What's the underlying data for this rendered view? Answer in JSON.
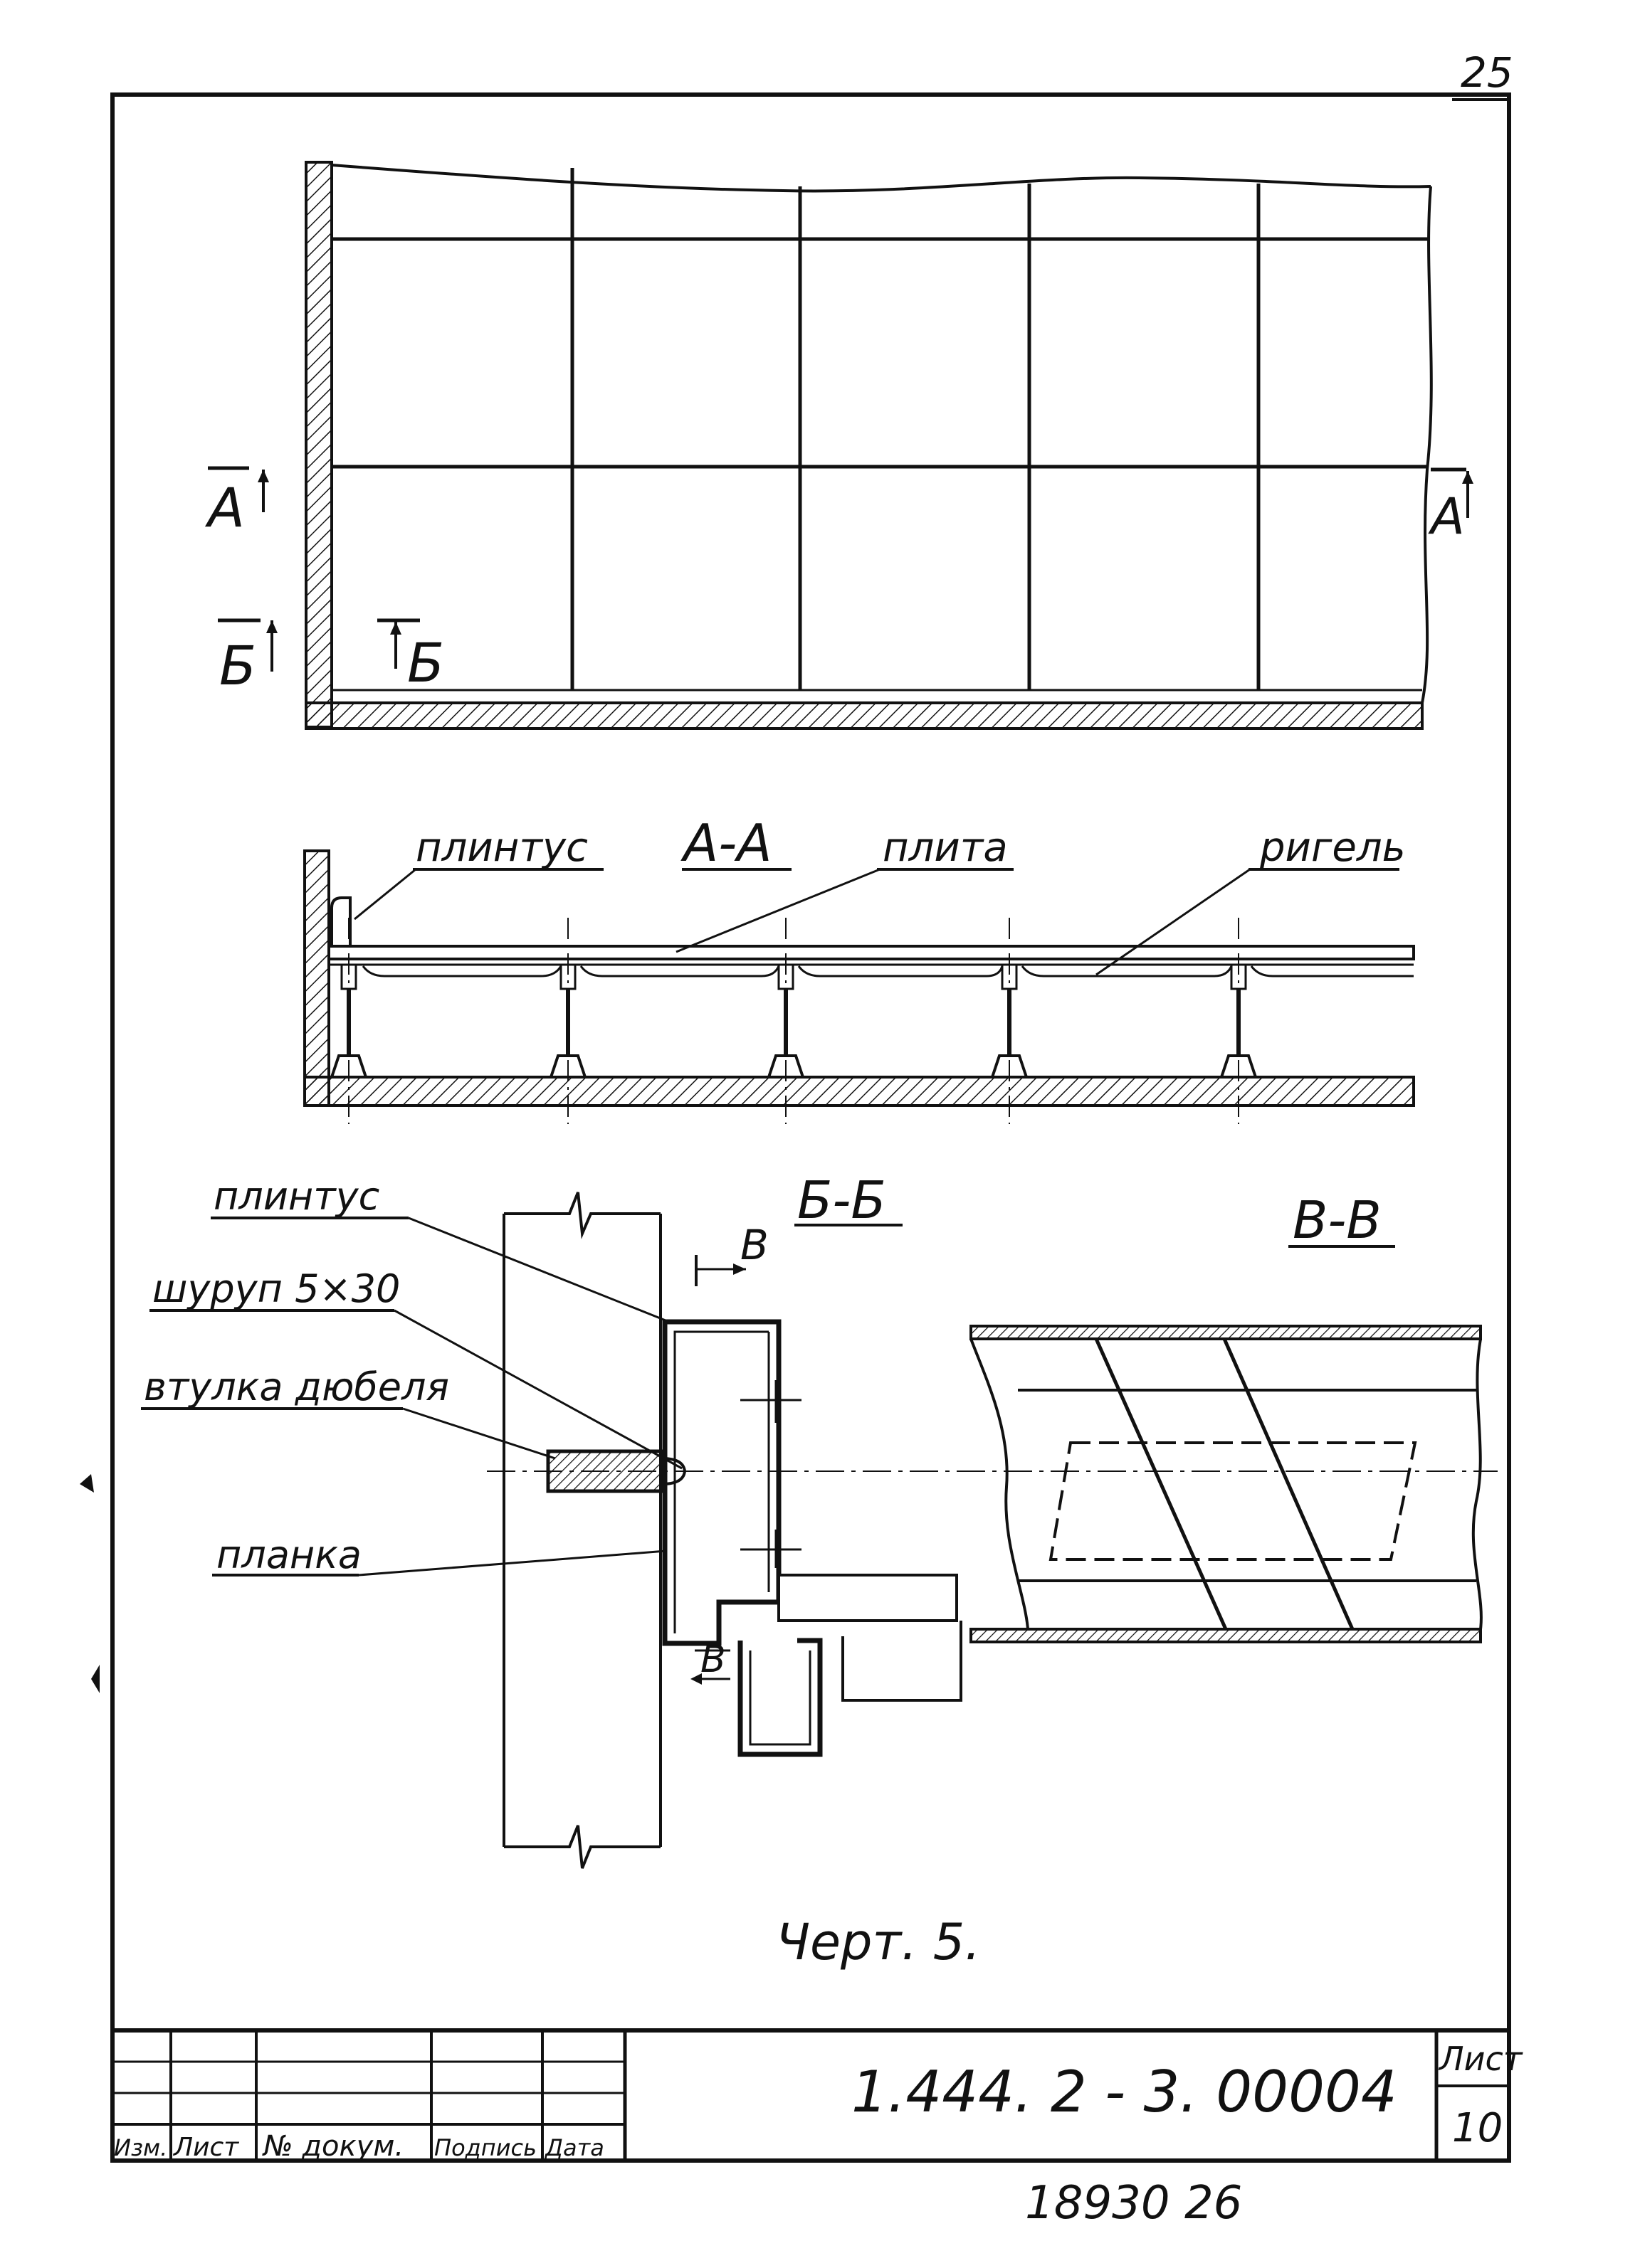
{
  "page_number": "25",
  "plan": {
    "cut_a_left": "А",
    "cut_a_right": "А",
    "cut_b_left": "Б",
    "cut_b_right": "Б"
  },
  "section_aa": {
    "title": "А-А",
    "label_plinth": "плинтус",
    "label_plate": "плита",
    "label_beam": "ригель"
  },
  "section_bb": {
    "title": "Б-Б",
    "label_plinth": "плинтус",
    "label_screw": "шуруп 5×30",
    "label_sleeve": "втулка дюбеля",
    "label_strip": "планка",
    "cut_v_top": "В",
    "cut_v_bottom": "В"
  },
  "section_vv": {
    "title": "В-В"
  },
  "drawing_caption": "Черт. 5.",
  "title_block": {
    "code": "1.444. 2 - 3. 00004",
    "sheet_label": "Лист",
    "sheet_number": "10",
    "columns": [
      "Изм.",
      "Лист",
      "№ докум.",
      "Подпись",
      "Дата"
    ],
    "archive_number": "18930 26"
  },
  "colors": {
    "ink": "#111111",
    "paper": "#ffffff"
  }
}
